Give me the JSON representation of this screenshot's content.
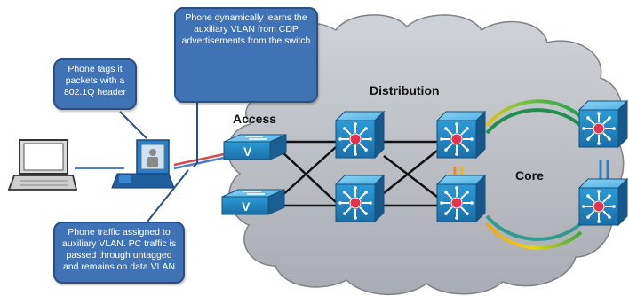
{
  "labels": {
    "access": "Access",
    "distribution": "Distribution",
    "core": "Core"
  },
  "callouts": {
    "phone_tags": "Phone tags it packets with a 802.1Q header",
    "learns_vlan": "Phone dynamically learns the auxiliary VLAN from CDP advertisements from the switch",
    "traffic_assigned": "Phone traffic assigned to auxiliary VLAN. PC traffic is passed through untagged and remains on data VLAN"
  },
  "switch_glyph": "V",
  "colors": {
    "cloud_fill": "#bfc3c8",
    "callout_fill": "#3f73b6",
    "device_blue": "#1e88c9",
    "core_link_green": "#3aa83a",
    "core_link_yellow": "#e5c021",
    "distribution_link_orange": "#ef8a1f"
  },
  "icons": [
    "laptop-icon",
    "ip-phone-icon",
    "access-switch-icon",
    "multilayer-switch-icon"
  ]
}
